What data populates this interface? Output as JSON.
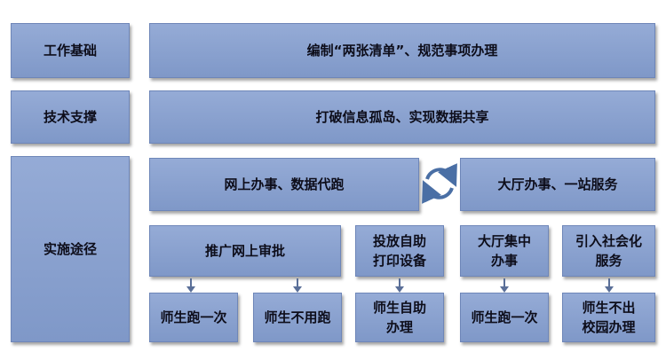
{
  "rows": {
    "foundation": {
      "label": "工作基础",
      "content": "编制“两张清单”、规范事项办理"
    },
    "tech": {
      "label": "技术支撑",
      "content": "打破信息孤岛、实现数据共享"
    },
    "path": {
      "label": "实施途径",
      "left_header": "网上办事、数据代跑",
      "right_header": "大厅办事、一站服务",
      "approaches": [
        "推广网上审批",
        "投放自助\n打印设备",
        "大厅集中\n办事",
        "引入社会化\n服务"
      ],
      "outcomes": [
        "师生跑一次",
        "师生不用跑",
        "师生自助\n办理",
        "师生跑一次",
        "师生不出\n校园办理"
      ]
    }
  },
  "colors": {
    "box_fill": "#8aa2d0",
    "cycle_arrow": "#4a6fa5"
  },
  "icons": {
    "cycle": "cycle-arrows-icon"
  }
}
